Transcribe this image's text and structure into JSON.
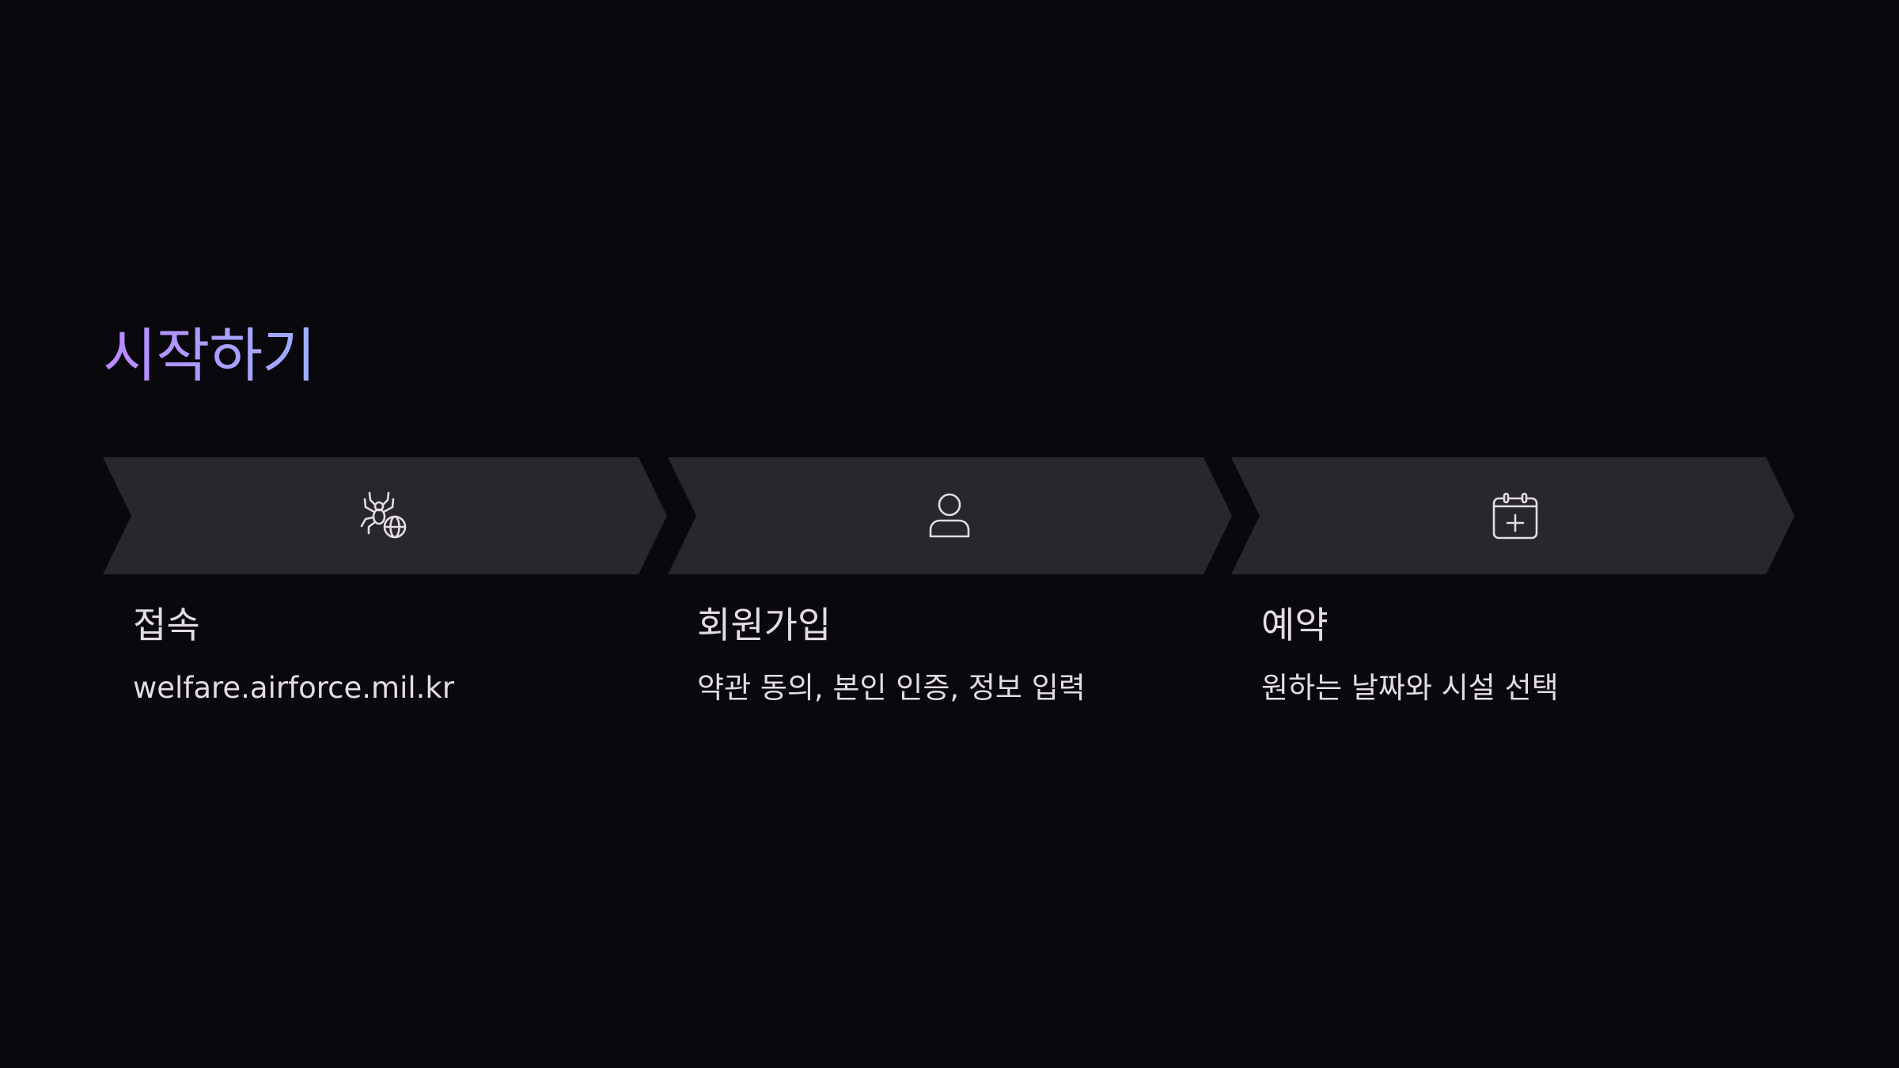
{
  "slide": {
    "title": "시작하기",
    "title_gradient": [
      "#bb88ff",
      "#9fb0ff"
    ],
    "background": "#08080d",
    "chevron_color": "#27272c",
    "text_color": "#e4dce2"
  },
  "steps": [
    {
      "icon": "spider-globe-icon",
      "heading": "접속",
      "description": "welfare.airforce.mil.kr"
    },
    {
      "icon": "user-icon",
      "heading": "회원가입",
      "description": "약관 동의, 본인 인증, 정보 입력"
    },
    {
      "icon": "calendar-plus-icon",
      "heading": "예약",
      "description": "원하는 날짜와 시설 선택"
    }
  ]
}
